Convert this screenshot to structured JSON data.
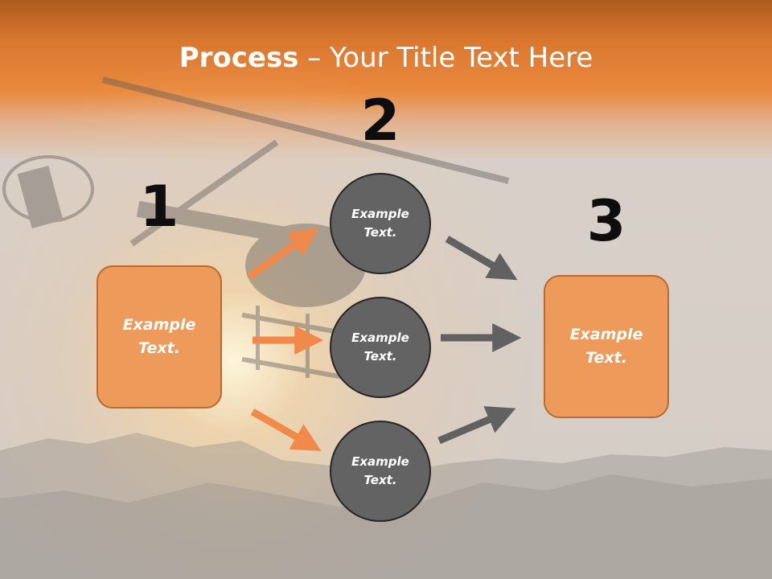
{
  "title": {
    "bold": "Process",
    "rest": " – Your Title Text Here"
  },
  "steps": {
    "one": {
      "number": "1",
      "text": "Example Text."
    },
    "two": {
      "number": "2"
    },
    "three": {
      "number": "3",
      "text": "Example Text."
    }
  },
  "circles": [
    {
      "text": "Example Text."
    },
    {
      "text": "Example Text."
    },
    {
      "text": "Example Text."
    }
  ],
  "colors": {
    "orange_box": "#ee9a5a",
    "orange_arrow": "#f0894a",
    "circle_fill": "#636363",
    "gray_arrow": "#616161"
  }
}
